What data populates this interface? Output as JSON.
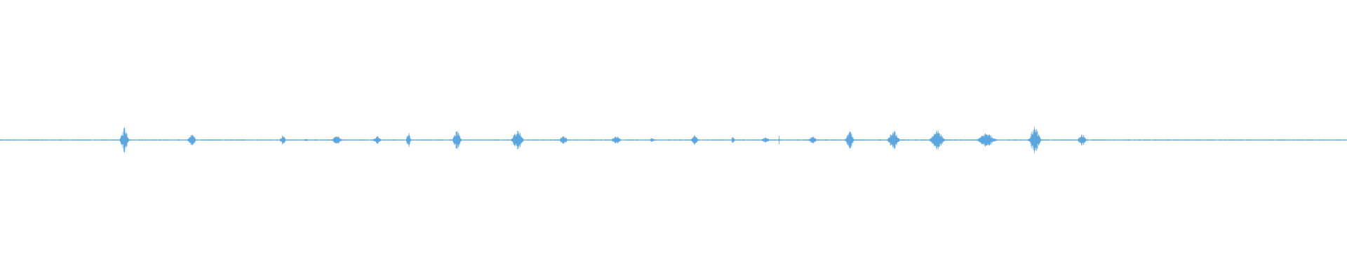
{
  "waveform": {
    "color": "#5aa6df",
    "background": "#ffffff",
    "duration_s": 60,
    "baseline_amplitude": 0.005,
    "bursts": [
      {
        "t": 5.55,
        "width": 0.35,
        "amp": 0.11
      },
      {
        "t": 8.55,
        "width": 0.35,
        "amp": 0.045
      },
      {
        "t": 12.6,
        "width": 0.25,
        "amp": 0.04
      },
      {
        "t": 13.65,
        "width": 0.18,
        "amp": 0.015
      },
      {
        "t": 15.0,
        "width": 0.45,
        "amp": 0.035
      },
      {
        "t": 16.8,
        "width": 0.35,
        "amp": 0.03
      },
      {
        "t": 18.2,
        "width": 0.2,
        "amp": 0.06
      },
      {
        "t": 20.35,
        "width": 0.35,
        "amp": 0.075
      },
      {
        "t": 23.05,
        "width": 0.45,
        "amp": 0.09
      },
      {
        "t": 25.1,
        "width": 0.35,
        "amp": 0.035
      },
      {
        "t": 27.45,
        "width": 0.4,
        "amp": 0.035
      },
      {
        "t": 29.05,
        "width": 0.25,
        "amp": 0.015
      },
      {
        "t": 30.95,
        "width": 0.3,
        "amp": 0.04
      },
      {
        "t": 32.65,
        "width": 0.15,
        "amp": 0.03
      },
      {
        "t": 34.1,
        "width": 0.4,
        "amp": 0.02
      },
      {
        "t": 34.7,
        "width": 0.05,
        "amp": 0.035
      },
      {
        "t": 36.2,
        "width": 0.35,
        "amp": 0.03
      },
      {
        "t": 37.85,
        "width": 0.35,
        "amp": 0.07
      },
      {
        "t": 39.8,
        "width": 0.45,
        "amp": 0.08
      },
      {
        "t": 41.75,
        "width": 0.55,
        "amp": 0.09
      },
      {
        "t": 43.95,
        "width": 0.75,
        "amp": 0.06
      },
      {
        "t": 46.1,
        "width": 0.45,
        "amp": 0.12
      },
      {
        "t": 48.2,
        "width": 0.35,
        "amp": 0.05
      }
    ]
  }
}
